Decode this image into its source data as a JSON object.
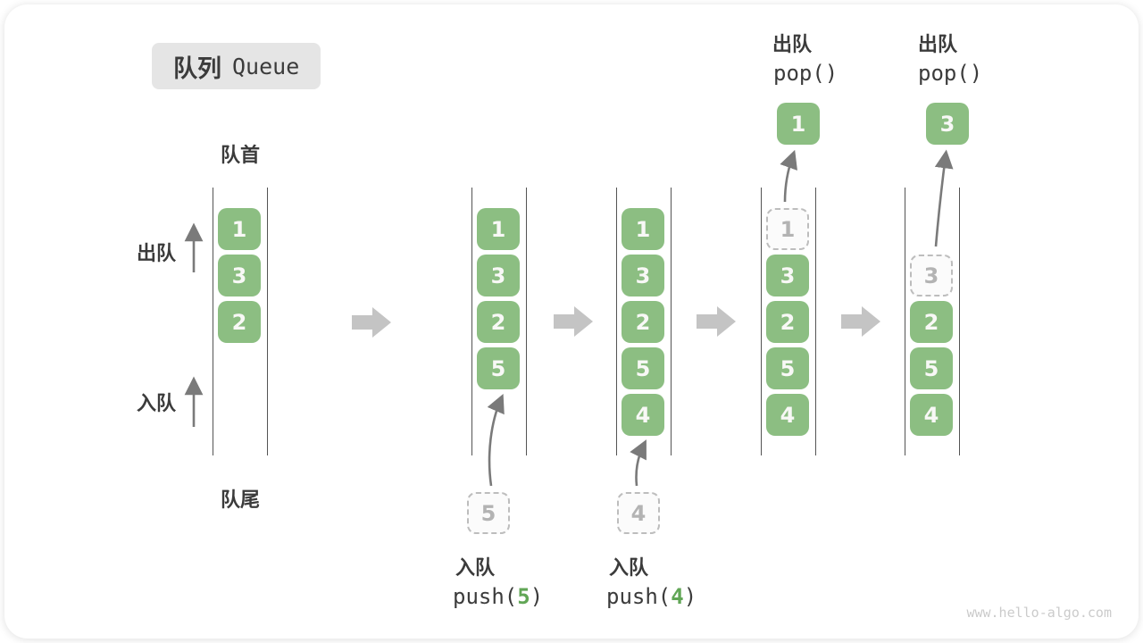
{
  "title": {
    "zh": "队列",
    "en": "Queue"
  },
  "side_labels": {
    "front": "队首",
    "rear": "队尾",
    "dequeue": "出队",
    "enqueue": "入队"
  },
  "colors": {
    "cell_green": "#8CBE82",
    "accent_green": "#61A656",
    "block_arrow_gray": "#C4C4C4",
    "thin_arrow_gray": "#8A8A8A",
    "rail_line": "#545454",
    "ghost_border": "#BDBDBD",
    "text_dark": "#3B3B3B"
  },
  "states": [
    {
      "slots": [
        "1",
        "3",
        "2"
      ]
    },
    {
      "slots": [
        "1",
        "3",
        "2",
        "5"
      ],
      "incoming": "5",
      "op_label": "入队",
      "op_fn": "push(",
      "op_arg": "5",
      "op_close": ")"
    },
    {
      "slots": [
        "1",
        "3",
        "2",
        "5",
        "4"
      ],
      "incoming": "4",
      "op_label": "入队",
      "op_fn": "push(",
      "op_arg": "4",
      "op_close": ")"
    },
    {
      "ghost": "1",
      "slots": [
        "3",
        "2",
        "5",
        "4"
      ],
      "popped": "1",
      "op_label": "出队",
      "op_fn": "pop()"
    },
    {
      "ghost": "3",
      "slots": [
        "2",
        "5",
        "4"
      ],
      "popped": "3",
      "op_label": "出队",
      "op_fn": "pop()"
    }
  ],
  "watermark": "www.hello-algo.com"
}
